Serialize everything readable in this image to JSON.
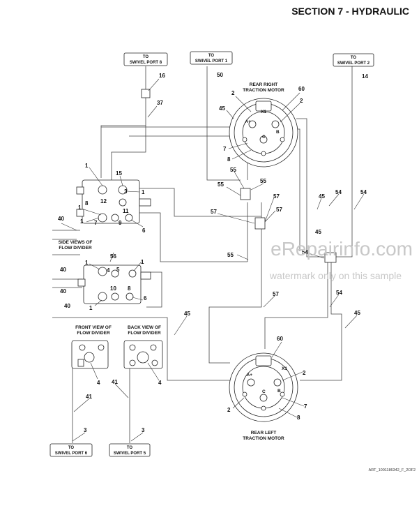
{
  "header": {
    "section": "SECTION 7 - HYDRAULIC"
  },
  "ports": [
    {
      "l1": "TO",
      "l2": "SWIVEL PORT 8"
    },
    {
      "l1": "TO",
      "l2": "SWIVEL PORT 1"
    },
    {
      "l1": "TO",
      "l2": "SWIVEL PORT 2"
    },
    {
      "l1": "TO",
      "l2": "SWIVEL PORT 6"
    },
    {
      "l1": "TO",
      "l2": "SWIVEL PORT 5"
    }
  ],
  "captions": {
    "rear_right": [
      "REAR RIGHT",
      "TRACTION MOTOR"
    ],
    "rear_left": [
      "REAR LEFT",
      "TRACTION MOTOR"
    ],
    "side_views": [
      "SIDE VIEWS OF",
      "FLOW DIVIDER"
    ],
    "front_view": [
      "FRONT VIEW OF",
      "FLOW DIVIDER"
    ],
    "back_view": [
      "BACK VIEW OF",
      "FLOW DIVIDER"
    ]
  },
  "callouts": [
    "16",
    "37",
    "50",
    "14",
    "60",
    "2",
    "45",
    "2",
    "7",
    "8",
    "55",
    "55",
    "55",
    "57",
    "57",
    "57",
    "54",
    "54",
    "45",
    "1",
    "15",
    "1",
    "3",
    "1",
    "12",
    "8",
    "11",
    "1",
    "7",
    "9",
    "6",
    "40",
    "56",
    "40",
    "1",
    "1",
    "4",
    "5",
    "40",
    "10",
    "8",
    "1",
    "6",
    "40",
    "45",
    "4",
    "4",
    "41",
    "41",
    "3",
    "3",
    "57",
    "54",
    "45",
    "60",
    "2",
    "2",
    "7",
    "8",
    "55",
    "54",
    "45"
  ],
  "motor_marks": {
    "x1": "X1",
    "a": "A+",
    "b": "B",
    "c": "C"
  },
  "watermark": {
    "main": "eRepairinfo.com",
    "sub": "watermark only on this sample"
  },
  "art_ref": "ART_1001186342_F_2OF2"
}
